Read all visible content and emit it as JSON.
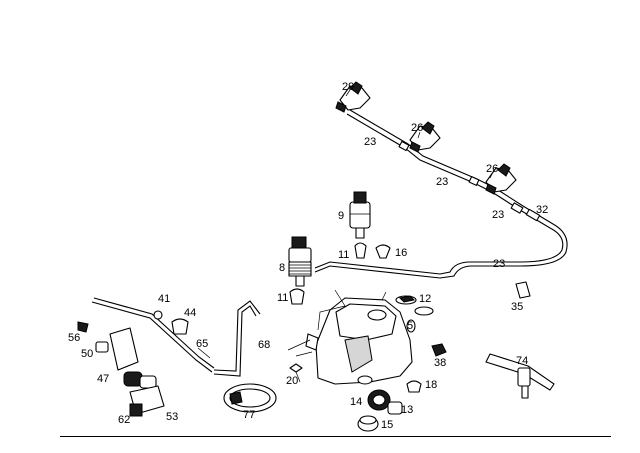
{
  "diagram": {
    "labels": {
      "p5": "5",
      "p8": "8",
      "p9": "9",
      "p11a": "11",
      "p11b": "11",
      "p12": "12",
      "p13": "13",
      "p14": "14",
      "p15": "15",
      "p16": "16",
      "p18": "18",
      "p20": "20",
      "p23a": "23",
      "p23b": "23",
      "p23c": "23",
      "p23d": "23",
      "p26a": "26",
      "p26b": "26",
      "p29": "29",
      "p32": "32",
      "p35": "35",
      "p38": "38",
      "p41": "41",
      "p44": "44",
      "p47": "47",
      "p50": "50",
      "p53": "53",
      "p56": "56",
      "p62": "62",
      "p65": "65",
      "p68": "68",
      "p74": "74",
      "p77": "77"
    }
  }
}
